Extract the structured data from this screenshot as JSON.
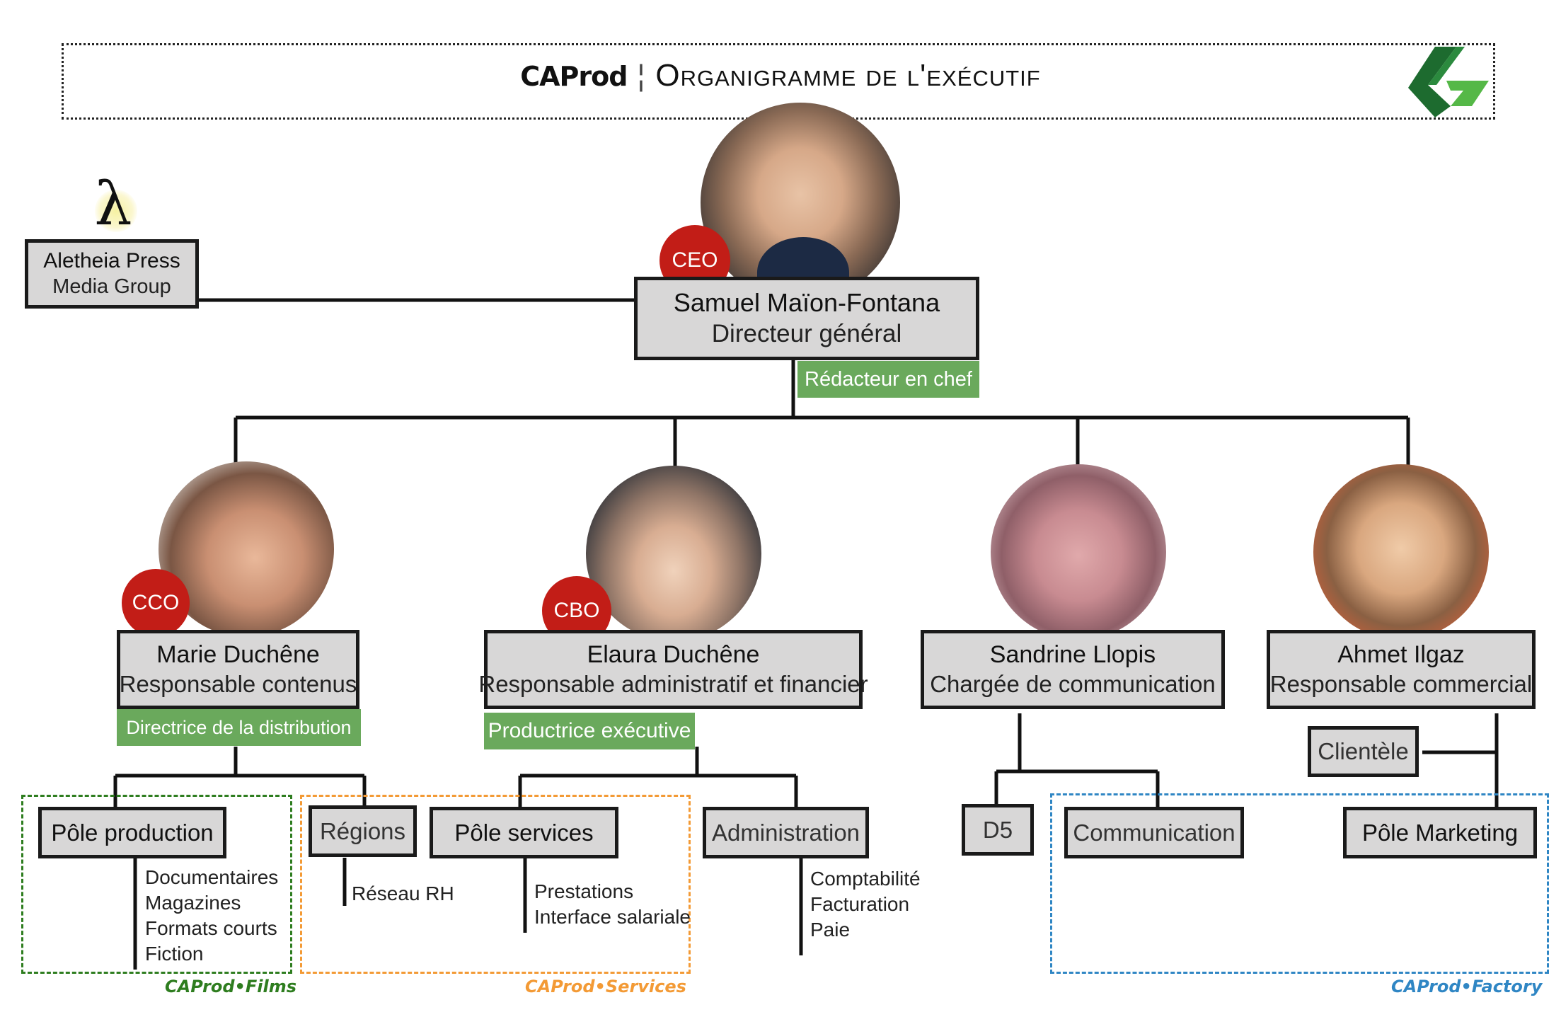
{
  "header": {
    "brand": "CAProd",
    "separator": "¦",
    "title": "Organigramme de l'exécutif"
  },
  "press": {
    "icon": "lambda-icon",
    "symbol": "λ",
    "line1": "Aletheia Press",
    "line2": "Media Group"
  },
  "ceo": {
    "badge": "CEO",
    "name": "Samuel Maïon-Fontana",
    "role": "Directeur général",
    "extra": "Rédacteur en chef"
  },
  "cco": {
    "badge": "CCO",
    "name": "Marie Duchêne",
    "role": "Responsable contenus",
    "extra": "Directrice de la distribution"
  },
  "cbo": {
    "badge": "CBO",
    "name": "Elaura Duchêne",
    "role": "Responsable administratif et financier",
    "extra": "Productrice exécutive"
  },
  "comm": {
    "name": "Sandrine Llopis",
    "role": "Chargée de communication"
  },
  "sales": {
    "name": "Ahmet Ilgaz",
    "role": "Responsable commercial"
  },
  "units": {
    "production": "Pôle production",
    "regions": "Régions",
    "services": "Pôle services",
    "administration": "Administration",
    "d5": "D5",
    "communication": "Communication",
    "clientele": "Clientèle",
    "marketing": "Pôle Marketing"
  },
  "lists": {
    "production": [
      "Documentaires",
      "Magazines",
      "Formats courts",
      "Fiction"
    ],
    "regions": [
      "Réseau RH"
    ],
    "services": [
      "Prestations",
      "Interface salariale"
    ],
    "administration": [
      "Comptabilité",
      "Facturation",
      "Paie"
    ]
  },
  "zones": {
    "films": "CAProd•Films",
    "services": "CAProd•Services",
    "factory": "CAProd•Factory"
  },
  "colors": {
    "films": "#2e7d1f",
    "services": "#f39a35",
    "factory": "#2f86c4",
    "badge": "#c21d17",
    "green_tag": "#6aa95c",
    "logo_dark": "#1d6b2f",
    "logo_light": "#55b847"
  }
}
